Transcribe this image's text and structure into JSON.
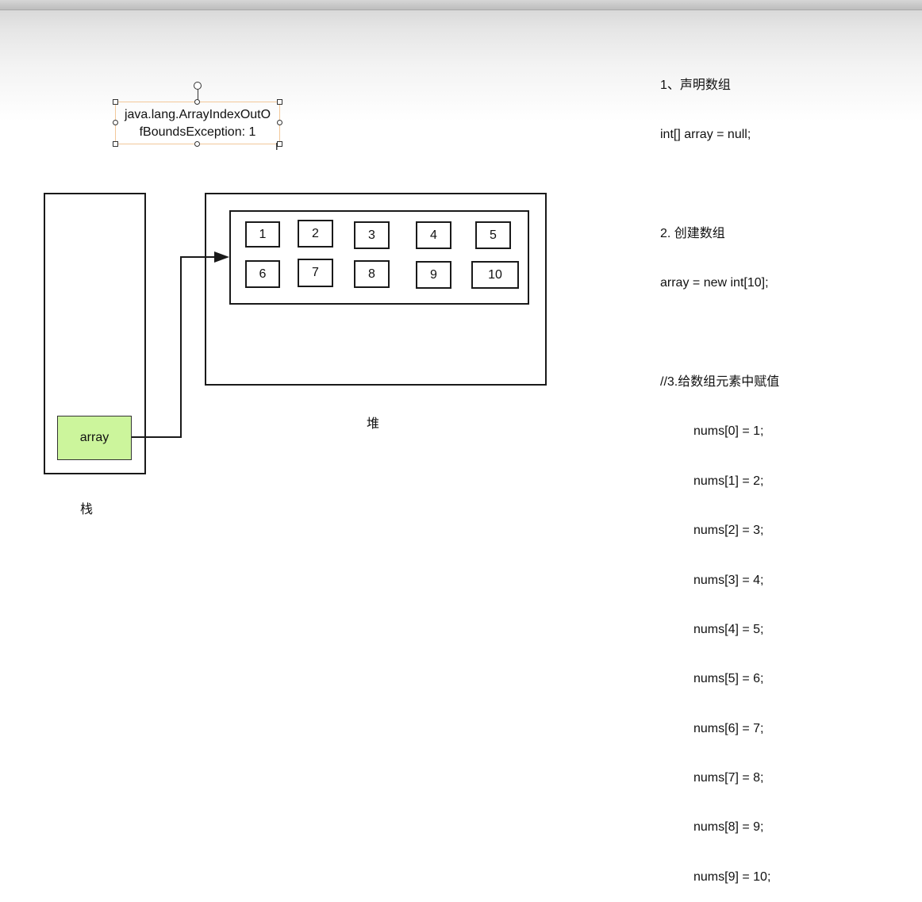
{
  "diagram": {
    "array_cells": [
      "1",
      "2",
      "3",
      "4",
      "5",
      "6",
      "7",
      "8",
      "9",
      "10"
    ],
    "variable_label": "array",
    "stack_label": "栈",
    "heap_label": "堆",
    "exception_line1": "java.lang.ArrayIndexOutO",
    "exception_line2": "fBoundsException: 1",
    "variable_color": "#ccf59c",
    "selection_border_color": "#f2c89a"
  },
  "code": {
    "lines": [
      "1、声明数组",
      "int[] array = null;",
      "",
      "2. 创建数组",
      "array = new int[10];",
      "",
      "//3.给数组元素中赋值",
      "nums[0] = 1;",
      "nums[1] = 2;",
      "nums[2] = 3;",
      "nums[3] = 4;",
      "nums[4] = 5;",
      "nums[5] = 6;",
      "nums[6] = 7;",
      "nums[7] = 8;",
      "nums[8] = 9;",
      "nums[9] = 10;"
    ]
  },
  "icons": {
    "text_cursor": "text-cursor-icon"
  }
}
